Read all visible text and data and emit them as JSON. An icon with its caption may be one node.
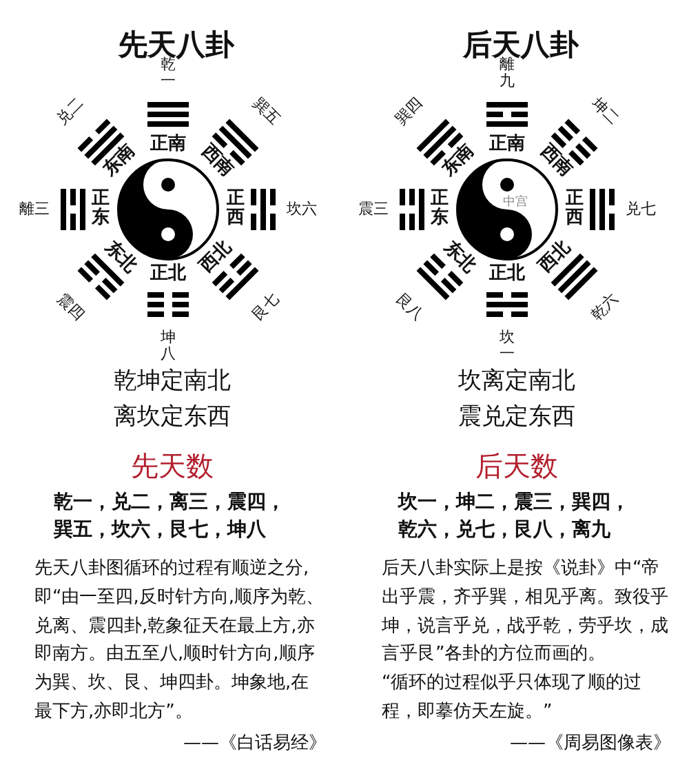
{
  "diagram": {
    "labels": [
      "先天八卦",
      "乾一",
      "兑二",
      "巽五",
      "正南",
      "东南",
      "西南",
      "離三",
      "正东",
      "正西",
      "坎六",
      "东北",
      "西北",
      "正北",
      "震四",
      "艮七",
      "坤八",
      "乾坤定南北",
      "离坎定东西",
      "先天数",
      "乾一，兑二，离三，震四，巽五，坎六，艮七，坤八",
      "先天八卦图循环的过程有顺逆之分,即“由一至四,反时针方向,顺序为乾、兑离、震四卦,乾象征天在最上方,亦即南方。由五至八,顺时针方向,顺序为巽、坎、艮、坤四卦。坤象地,在最下方,亦即北方”。",
      "——《白话易经》",
      "后天八卦",
      "離九",
      "巽四",
      "坤二",
      "正南",
      "东南",
      "西南",
      "震三",
      "正东",
      "中宫",
      "正西",
      "兑七",
      "东北",
      "西北",
      "正北",
      "艮八",
      "乾六",
      "坎一",
      "坎离定南北",
      "震兑定东西",
      "后天数",
      "坎一，坤二，震三，巽四，乾六，兑七，艮八，离九",
      "后天八卦实际上是按《说卦》中“帝出乎震，齐乎巽，相见乎离。致役乎坤，说言乎兑，战乎乾，劳乎坎，成言乎艮”各卦的方位而画的。",
      "“循环的过程似乎只体现了顺的过程，即摹仿天左旋。”",
      "——《周易图像表》"
    ]
  }
}
